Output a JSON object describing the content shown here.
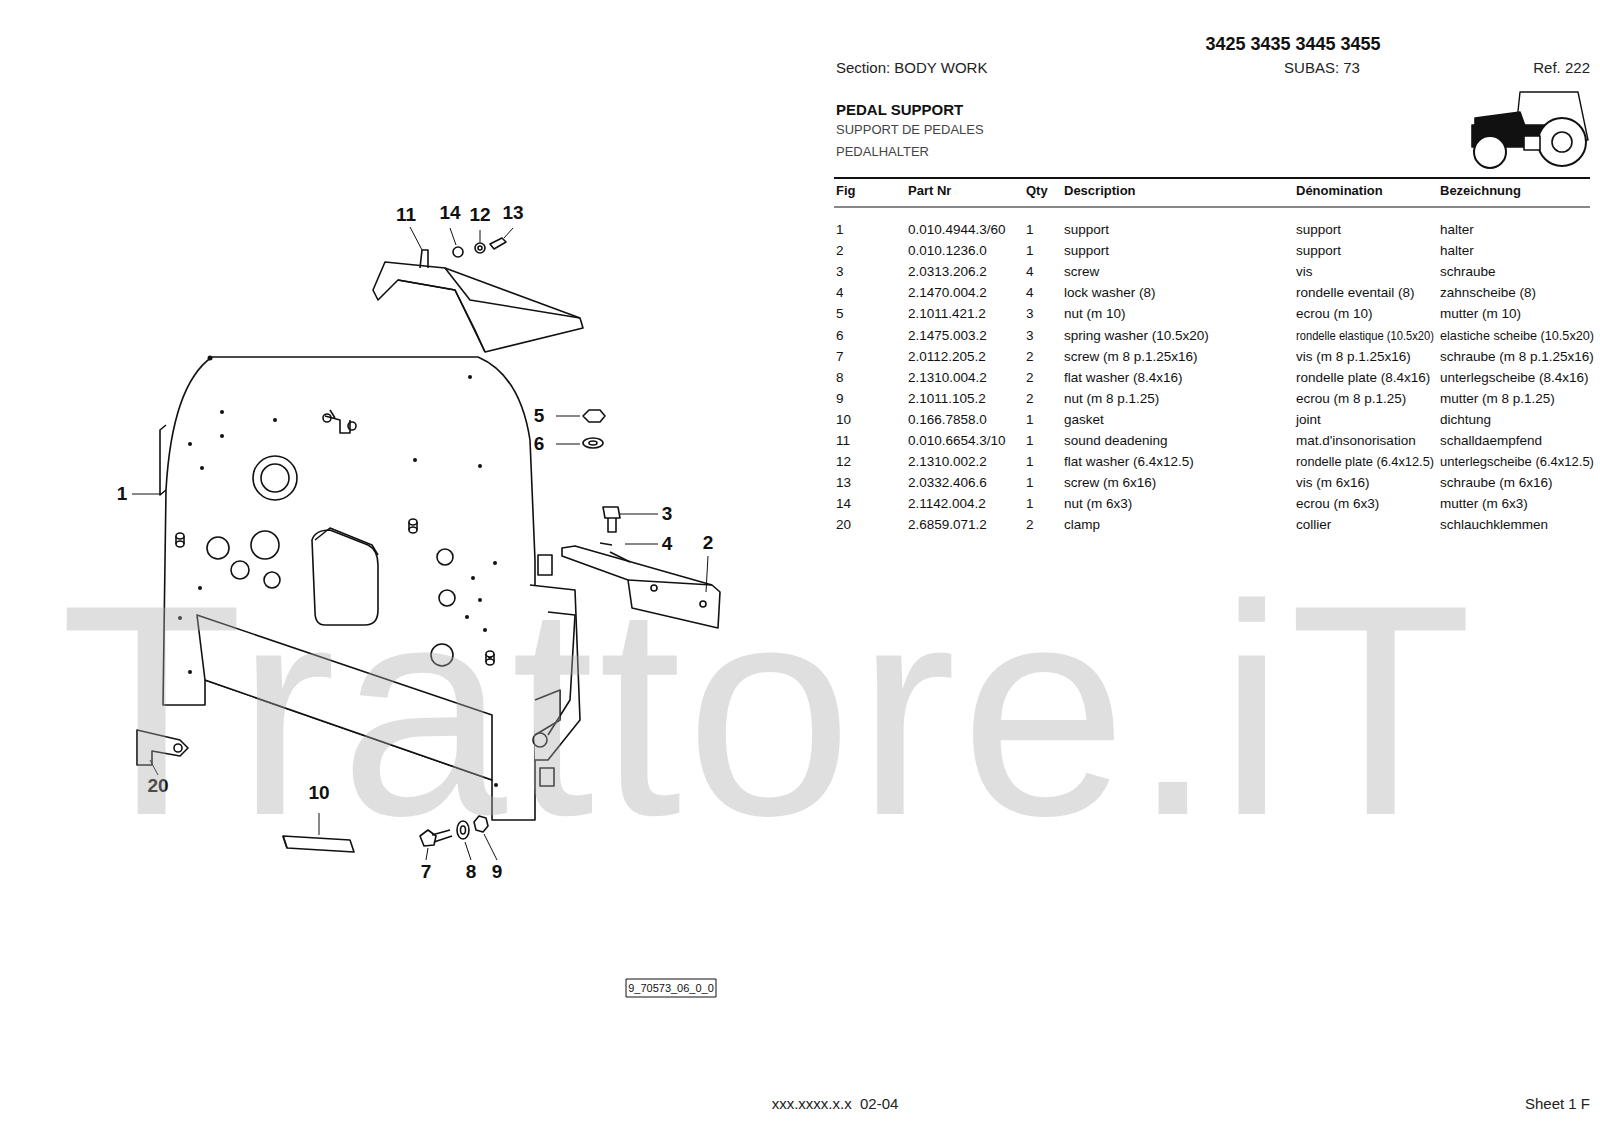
{
  "diagram": {
    "title": "PEDAL SUPPORT",
    "labels": [
      "3425 3435 3445 3455",
      "Section: BODY WORK",
      "SUBAS: 73",
      "Ref. 222",
      "SUPPORT DE PEDALES",
      "PEDALHALTER",
      "Fig",
      "Part Nr",
      "Qty",
      "Description",
      "Dénomination",
      "Bezeichnung",
      "1",
      "0.010.4944.3/60",
      "1",
      "support",
      "support",
      "halter",
      "2",
      "0.010.1236.0",
      "1",
      "support",
      "support",
      "halter",
      "3",
      "2.0313.206.2",
      "4",
      "screw",
      "vis",
      "schraube",
      "4",
      "2.1470.004.2",
      "4",
      "lock washer (8)",
      "rondelle eventail (8)",
      "zahnscheibe (8)",
      "5",
      "2.1011.421.2",
      "3",
      "nut (m 10)",
      "ecrou (m 10)",
      "mutter (m 10)",
      "6",
      "2.1475.003.2",
      "3",
      "spring washer (10.5x20)",
      "rondelle elastique (10.5x20)",
      "elastiche scheibe (10.5x20)",
      "7",
      "2.0112.205.2",
      "2",
      "screw (m 8 p.1.25x16)",
      "vis (m 8 p.1.25x16)",
      "schraube (m 8 p.1.25x16)",
      "8",
      "2.1310.004.2",
      "2",
      "flat washer (8.4x16)",
      "rondelle plate (8.4x16)",
      "unterlegscheibe (8.4x16)",
      "9",
      "2.1011.105.2",
      "2",
      "nut (m 8 p.1.25)",
      "ecrou (m 8 p.1.25)",
      "mutter (m 8 p.1.25)",
      "10",
      "0.166.7858.0",
      "1",
      "gasket",
      "joint",
      "dichtung",
      "11",
      "0.010.6654.3/10",
      "1",
      "sound deadening",
      "mat.d'insonorisation",
      "schalldaempfend",
      "12",
      "2.1310.002.2",
      "1",
      "flat washer (6.4x12.5)",
      "rondelle plate (6.4x12.5)",
      "unterlegscheibe (6.4x12.5)",
      "13",
      "2.0332.406.6",
      "1",
      "screw (m 6x16)",
      "vis (m 6x16)",
      "schraube (m 6x16)",
      "14",
      "2.1142.004.2",
      "1",
      "nut (m 6x3)",
      "ecrou (m 6x3)",
      "mutter (m 6x3)",
      "20",
      "2.6859.071.2",
      "2",
      "clamp",
      "collier",
      "schlauchklemmen",
      "11",
      "14",
      "12",
      "13",
      "5",
      "6",
      "1",
      "3",
      "4",
      "2",
      "20",
      "10",
      "7",
      "8",
      "9",
      "9_70573_06_0_0",
      "xxx.xxxx.x.x  02-04",
      "Sheet 1 F",
      "Trattore.iT"
    ]
  }
}
